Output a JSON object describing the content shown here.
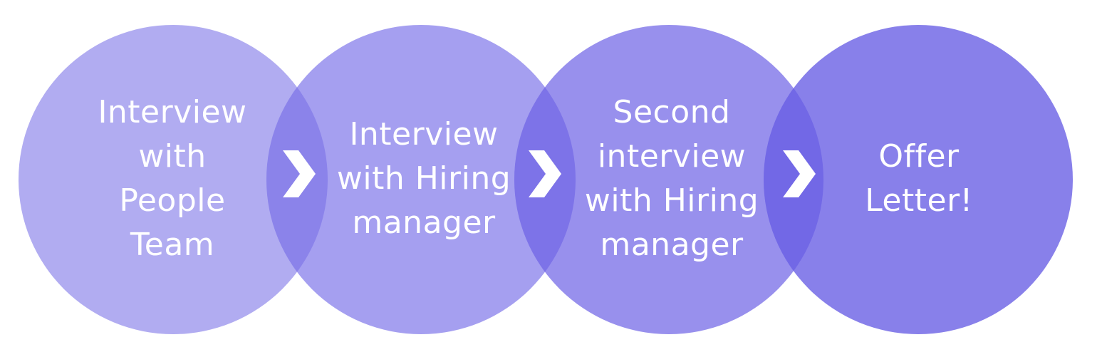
{
  "steps": [
    {
      "lines": [
        "Interview",
        "with",
        "People",
        "Team"
      ]
    },
    {
      "lines": [
        "Interview",
        "with Hiring",
        "manager"
      ]
    },
    {
      "lines": [
        "Second",
        "interview",
        "with Hiring",
        "manager"
      ]
    },
    {
      "lines": [
        "Offer",
        "Letter!"
      ]
    }
  ],
  "colors": {
    "circle_1": "#b1acf1",
    "circle_2": "#a59ff0",
    "circle_3": "#9890ed",
    "circle_4": "#8880ea",
    "overlap_1_2": "#8b83ea",
    "overlap_2_3": "#7d73e8",
    "overlap_3_4": "#7268e6",
    "text": "#ffffff",
    "chevron": "#ffffff"
  },
  "icons": [
    "chevron-right-icon",
    "chevron-right-icon",
    "chevron-right-icon"
  ]
}
